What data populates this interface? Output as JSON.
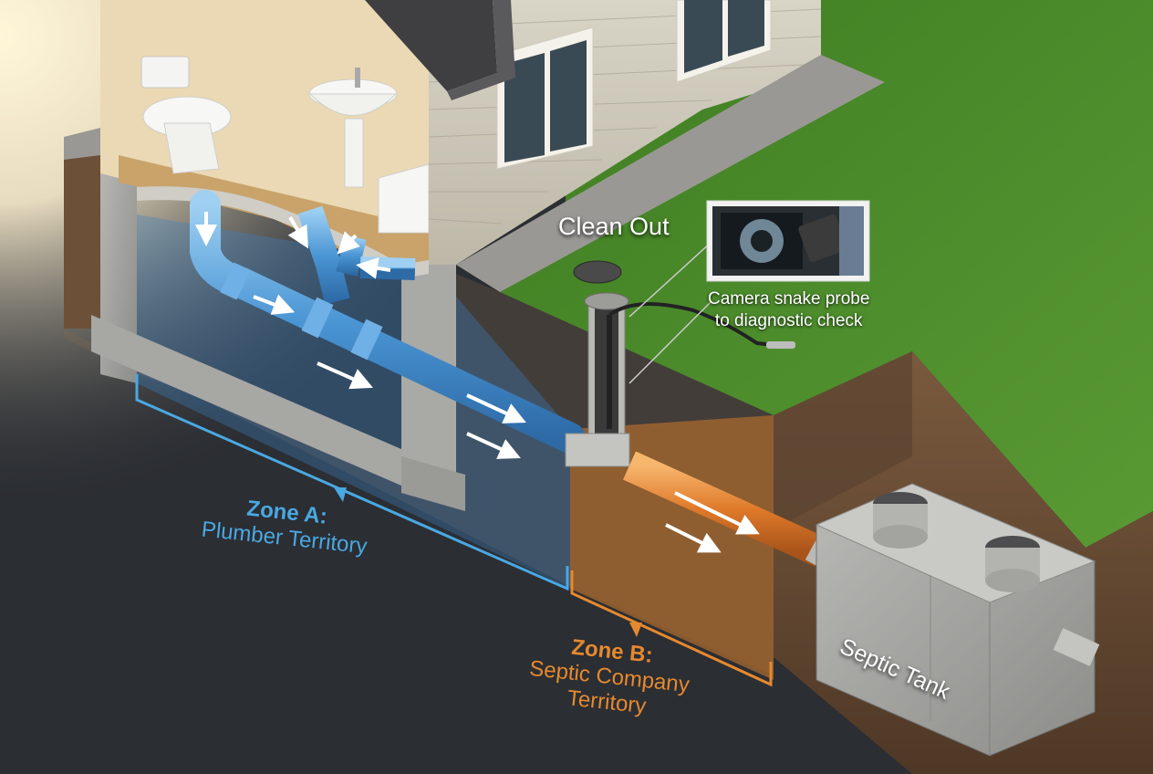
{
  "labels": {
    "clean_out": "Clean Out",
    "camera_line1": "Camera snake probe",
    "camera_line2": "to diagnostic check",
    "zone_a_title": "Zone A:",
    "zone_a_subtitle": "Plumber Territory",
    "zone_b_title": "Zone B:",
    "zone_b_subtitle_line1": "Septic Company",
    "zone_b_subtitle_line2": "Territory",
    "septic_tank": "Septic Tank"
  },
  "colors": {
    "zone_a": "#4aa8e2",
    "zone_b": "#e6892e",
    "grass": "#4f8f2a",
    "background": "#2b2e33"
  }
}
